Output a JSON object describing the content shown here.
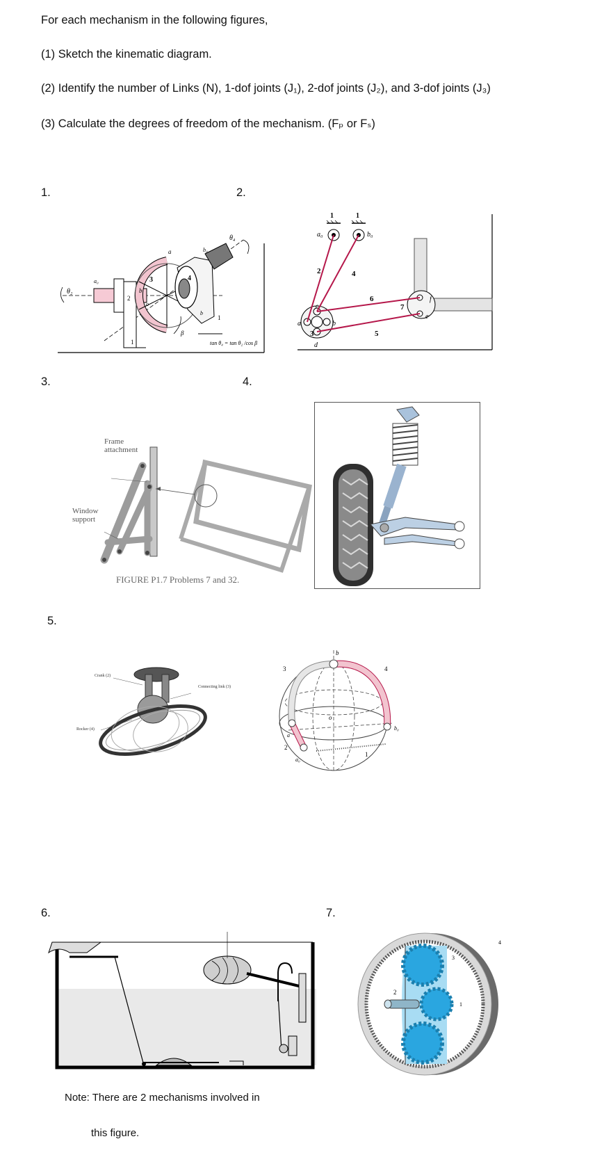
{
  "instructions": {
    "intro": "For each mechanism in the following figures,",
    "item1": "(1) Sketch the kinematic diagram.",
    "item2": "(2) Identify the number of Links (N), 1-dof joints (J₁), 2-dof joints (J₂), and 3-dof joints (J₃)",
    "item3": "(3) Calculate the degrees of freedom of the mechanism. (Fₚ or Fₛ)"
  },
  "problems": {
    "p1": "1.",
    "p2": "2.",
    "p3": "3.",
    "p4": "4.",
    "p5": "5.",
    "p6": "6.",
    "p7": "7."
  },
  "figure1": {
    "labels": [
      "θ₂",
      "a₀",
      "2",
      "3",
      "4",
      "a",
      "b",
      "b₀",
      "θ₄",
      "1",
      "1",
      "β",
      "o",
      "b"
    ],
    "formula": "tan θ₄ = tan θ₂ /cos β"
  },
  "figure2": {
    "labels": [
      "1",
      "1",
      "a₀",
      "b₀",
      "2",
      "4",
      "6",
      "7",
      "f",
      "e",
      "c",
      "a",
      "b",
      "3",
      "d",
      "5"
    ]
  },
  "figure3": {
    "frame_label_1": "Frame",
    "frame_label_2": "attachment",
    "window_label_1": "Window",
    "window_label_2": "support",
    "caption": "FIGURE P1.7  Problems 7 and 32."
  },
  "figure5": {
    "crank_label": "Crank (2)",
    "connecting_label": "Connecting link (3)",
    "rocker_label": "Rocker (4)",
    "sphere_labels": [
      "b",
      "3",
      "4",
      "o",
      "a",
      "2",
      "a₀",
      "1",
      "b₀"
    ]
  },
  "figure7": {
    "labels": [
      "2",
      "3",
      "1",
      "4"
    ]
  },
  "note": {
    "line1": "Note: There are 2 mechanisms involved in",
    "line2": "this figure."
  },
  "colors": {
    "link_red": "#b5174a",
    "pink_link": "#f2c4cf",
    "gear_blue": "#2aa6e0",
    "carrier_blue": "#a8dcf3"
  }
}
